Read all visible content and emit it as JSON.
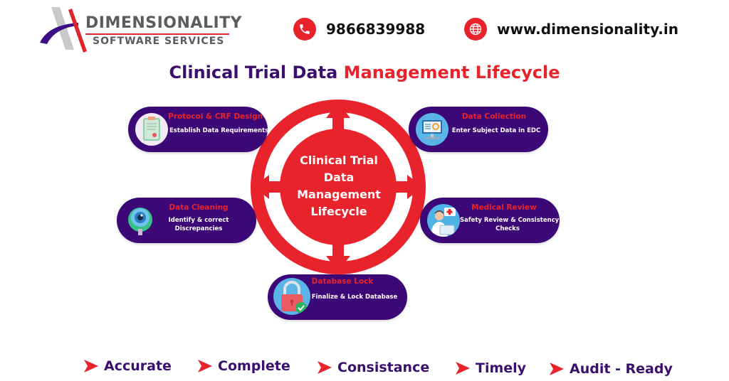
{
  "header": {
    "logo": {
      "title": "DIMENSIONALITY",
      "subtitle": "SOFTWARE SERVICES"
    },
    "contact": {
      "phone": {
        "icon": "phone-icon",
        "value": "9866839988"
      },
      "website": {
        "icon": "globe-icon",
        "value": "www.dimensionality.in"
      }
    }
  },
  "title": {
    "part1": "Clinical Trial Data",
    "part2": "Management Lifecycle"
  },
  "center": {
    "lines": [
      "Clinical Trial",
      "Data",
      "Management",
      "Lifecycle"
    ]
  },
  "stages": [
    {
      "title": "Protocol & CRF Design",
      "desc_lines": [
        "Establish Data Requirements"
      ],
      "icon": "clipboard-icon"
    },
    {
      "title": "Data Collection",
      "desc_lines": [
        "Enter Subject Data in EDC"
      ],
      "icon": "computer-monitor-icon"
    },
    {
      "title": "Data Cleaning",
      "desc_lines": [
        "Identify & correct",
        "Discrepancies"
      ],
      "icon": "magnifying-glass-icon"
    },
    {
      "title": "Medical Review",
      "desc_lines": [
        "Safety Review & Consistency",
        "Checks"
      ],
      "icon": "doctor-icon"
    },
    {
      "title": "Database Lock",
      "desc_lines": [
        "Finalize & Lock Database"
      ],
      "icon": "padlock-icon"
    }
  ],
  "values": [
    "Accurate",
    "Complete",
    "Consistance",
    "Timely",
    "Audit - Ready"
  ],
  "colors": {
    "purple": "#3c0877",
    "title_purple": "#3a0f6e",
    "red": "#e8232b",
    "logo_gray": "#5c5c5c"
  }
}
